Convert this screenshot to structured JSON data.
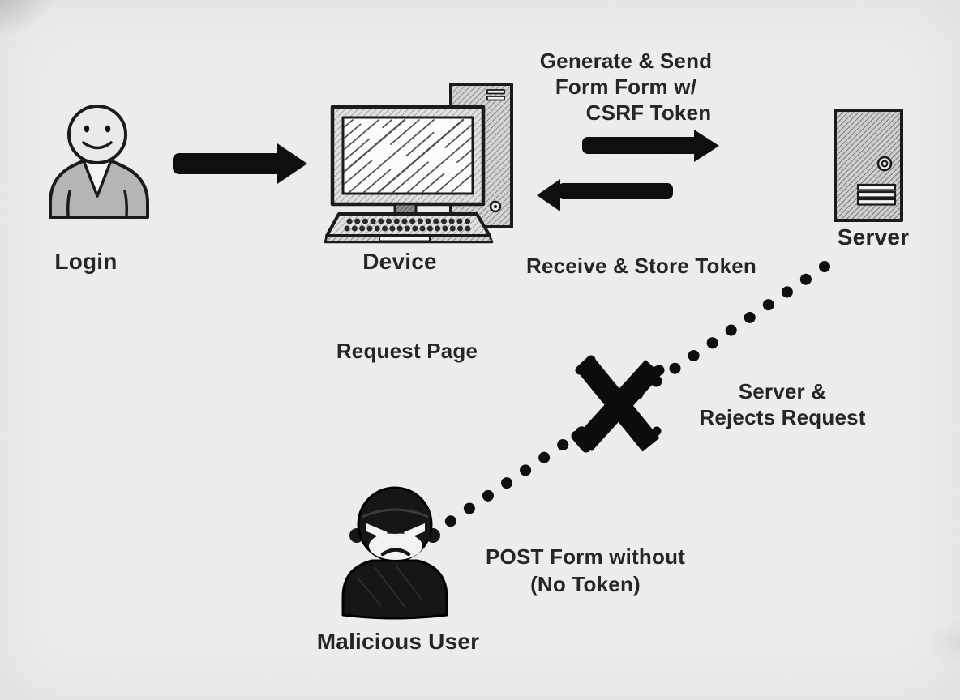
{
  "colors": {
    "paper": "#f1f0ee",
    "ink": "#0f0f0f",
    "text": "#262626",
    "figure_grey": "#b5b5b5"
  },
  "nodes": {
    "user": {
      "label": "Login"
    },
    "device": {
      "label": "Device"
    },
    "server": {
      "label": "Server"
    },
    "malicious_user": {
      "label": "Malicious User"
    }
  },
  "annotations": {
    "generate_send": {
      "line1": "Generate & Send",
      "line2": "Form Form w/",
      "line3": "CSRF Token"
    },
    "receive_store": {
      "text": "Receive & Store Token"
    },
    "request_page": {
      "text": "Request Page"
    },
    "server_rejects": {
      "line1": "Server &",
      "line2": "Rejects Request"
    },
    "post_form": {
      "line1": "POST Form without",
      "line2": "(No Token)"
    }
  },
  "icons": {
    "user": "person-icon",
    "device": "desktop-computer-icon",
    "server": "server-tower-icon",
    "malicious_user": "masked-user-icon",
    "blocked": "x-mark-icon",
    "flow_arrow": "solid-arrow-icon",
    "blocked_path": "dotted-line"
  },
  "flows": [
    {
      "from": "user",
      "to": "device",
      "style": "solid-arrow"
    },
    {
      "from": "device",
      "to": "server",
      "style": "solid-arrow",
      "label_ref": "generate_send"
    },
    {
      "from": "server",
      "to": "device",
      "style": "solid-arrow",
      "label_ref": "receive_store"
    },
    {
      "from": "malicious_user",
      "to": "server",
      "style": "dotted-blocked",
      "label_ref": "post_form"
    }
  ]
}
